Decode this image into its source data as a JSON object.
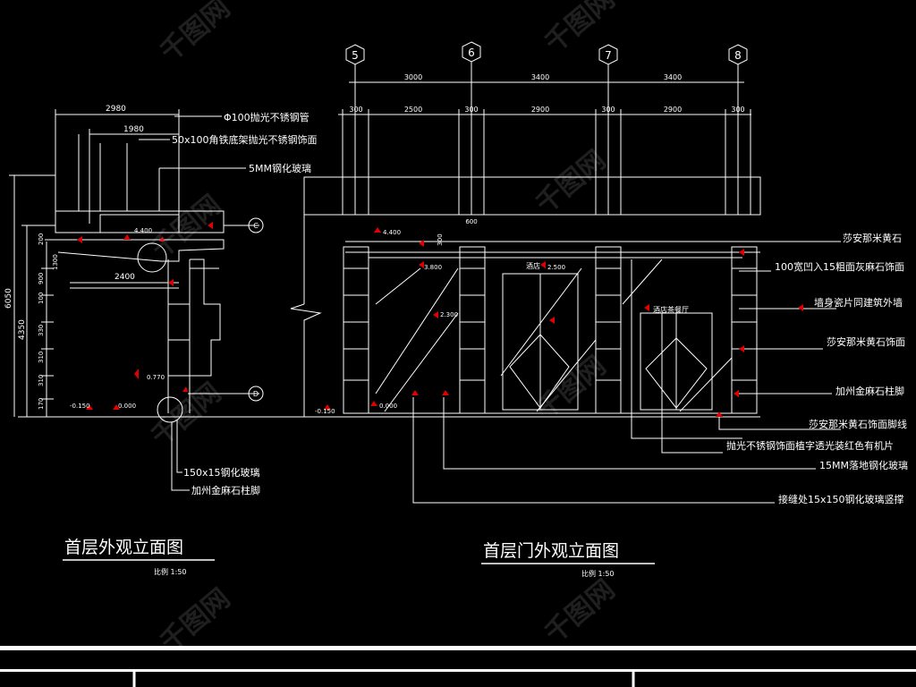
{
  "left_view": {
    "title": "首层外观立面图",
    "scale": "比例 1:50",
    "dims_top": [
      "2980",
      "1980"
    ],
    "dim_2400": "2400",
    "dims_left": [
      "6050",
      "4350",
      "900",
      "100",
      "330",
      "310",
      "310",
      "170",
      "200",
      "1300"
    ],
    "elevations": [
      "4.400",
      "0.770",
      "0.000",
      "-0.150"
    ],
    "labels": [
      "Φ100抛光不锈钢管",
      "50x100角铁底架抛光不锈钢饰面",
      "5MM钢化玻璃",
      "150x15钢化玻璃",
      "加州金麻石柱脚"
    ],
    "section_marks": [
      "C",
      "D"
    ]
  },
  "right_view": {
    "title": "首层门外观立面图",
    "scale": "比例 1:50",
    "axes": [
      "5",
      "6",
      "7",
      "8"
    ],
    "dims_row1": [
      "3000",
      "3400",
      "3400"
    ],
    "dims_row2": [
      "300",
      "2500",
      "300",
      "2900",
      "300",
      "2900",
      "300"
    ],
    "dim_gap": "600",
    "dim_small": "300",
    "elevations": [
      "4.400",
      "3.800",
      "2.500",
      "2.300",
      "0.000",
      "-0.150"
    ],
    "signs": [
      "酒店",
      "酒店茶餐厅"
    ],
    "labels": [
      "莎安那米黄石",
      "100宽凹入15粗面灰麻石饰面",
      "墙身瓷片同建筑外墙",
      "莎安那米黄石饰面",
      "加州金麻石柱脚",
      "莎安那米黄石饰面脚线",
      "抛光不锈钢饰面植字透光装红色有机片",
      "15MM落地钢化玻璃",
      "接缝处15x150钢化玻璃竖撑"
    ]
  },
  "watermark": "千图网",
  "colors": {
    "background": "#000000",
    "line": "#ffffff",
    "marker": "#e00000"
  }
}
